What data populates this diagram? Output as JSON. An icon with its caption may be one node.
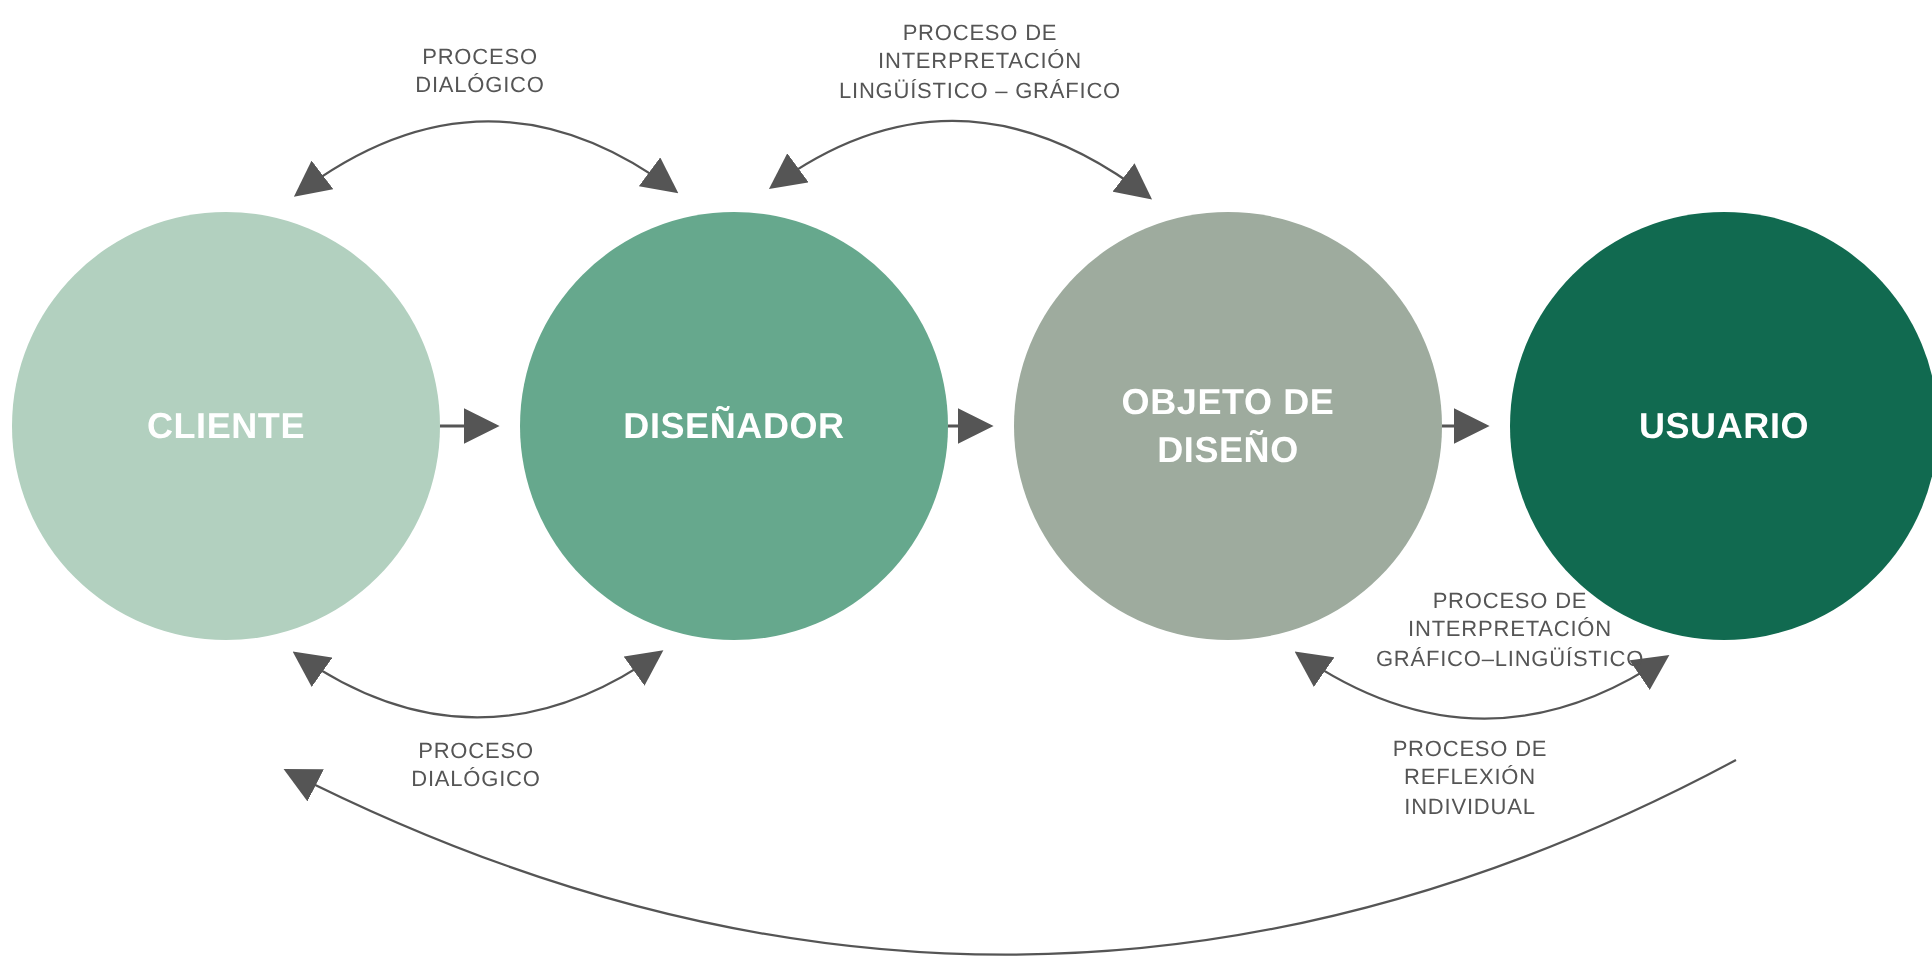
{
  "diagram": {
    "nodes": [
      {
        "text": [
          "CLIENTE"
        ]
      },
      {
        "text": [
          "DISEÑADOR"
        ]
      },
      {
        "text": [
          "OBJETO DE DISEÑO"
        ]
      },
      {
        "text": [
          "USUARIO"
        ]
      }
    ],
    "edges": [
      {
        "from": 0,
        "to": 1,
        "arrow": "to"
      },
      {
        "from": 1,
        "to": 2,
        "arrow": "to"
      },
      {
        "from": 2,
        "to": 3,
        "arrow": "to"
      },
      {
        "from": 0,
        "to": 1,
        "arrow": "both",
        "label": "PROCESO DIALÓGICO"
      },
      {
        "from": 1,
        "to": 2,
        "arrow": "both",
        "label": "PROCESO DE INTERPRETACIÓN LINGÜÍSTICO – GRÁFICO"
      },
      {
        "from": 0,
        "to": 1,
        "arrow": "both",
        "label": "PROCESO DIALÓGICO"
      },
      {
        "from": 2,
        "to": 3,
        "arrow": "both",
        "label": "PROCESO DE INTERPRETACIÓN GRÁFICO–LINGÜÍSTICO"
      },
      {
        "from": null,
        "to": 0,
        "arrow": "to",
        "label": "PROCESO DE REFLEXIÓN INDIVIDUAL"
      }
    ]
  }
}
